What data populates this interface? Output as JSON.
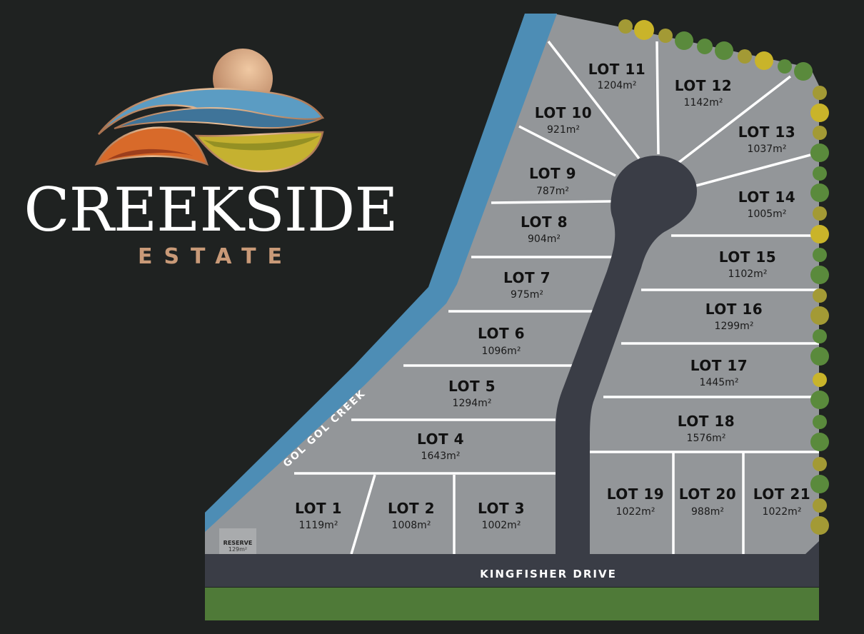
{
  "brand": {
    "name": "CREEKSIDE",
    "subtitle": "ESTATE",
    "logo_icon": "sun-over-waves-logo-icon"
  },
  "creek": {
    "label": "GOL GOL CREEK",
    "color": "#4d8db5"
  },
  "road": {
    "label": "KINGFISHER DRIVE",
    "color": "#3a3d46"
  },
  "reserve": {
    "label": "RESERVE",
    "area": "129m²"
  },
  "colors": {
    "background": "#1f2221",
    "lot_fill": "#939699",
    "lot_border": "#ffffff",
    "road": "#3a3d46",
    "creek": "#4d8db5",
    "grass_strip": "#4f7a38",
    "tree_green": "#5a8a3c",
    "tree_olive": "#a39a35",
    "tree_yellow": "#c9b42a",
    "logo_copper": "#c99a78"
  },
  "lots": [
    {
      "label": "LOT 1",
      "area": "1119m²"
    },
    {
      "label": "LOT 2",
      "area": "1008m²"
    },
    {
      "label": "LOT 3",
      "area": "1002m²"
    },
    {
      "label": "LOT 4",
      "area": "1643m²"
    },
    {
      "label": "LOT 5",
      "area": "1294m²"
    },
    {
      "label": "LOT 6",
      "area": "1096m²"
    },
    {
      "label": "LOT 7",
      "area": "975m²"
    },
    {
      "label": "LOT 8",
      "area": "904m²"
    },
    {
      "label": "LOT 9",
      "area": "787m²"
    },
    {
      "label": "LOT 10",
      "area": "921m²"
    },
    {
      "label": "LOT 11",
      "area": "1204m²"
    },
    {
      "label": "LOT 12",
      "area": "1142m²"
    },
    {
      "label": "LOT 13",
      "area": "1037m²"
    },
    {
      "label": "LOT 14",
      "area": "1005m²"
    },
    {
      "label": "LOT 15",
      "area": "1102m²"
    },
    {
      "label": "LOT 16",
      "area": "1299m²"
    },
    {
      "label": "LOT 17",
      "area": "1445m²"
    },
    {
      "label": "LOT 18",
      "area": "1576m²"
    },
    {
      "label": "LOT 19",
      "area": "1022m²"
    },
    {
      "label": "LOT 20",
      "area": "988m²"
    },
    {
      "label": "LOT 21",
      "area": "1022m²"
    }
  ]
}
